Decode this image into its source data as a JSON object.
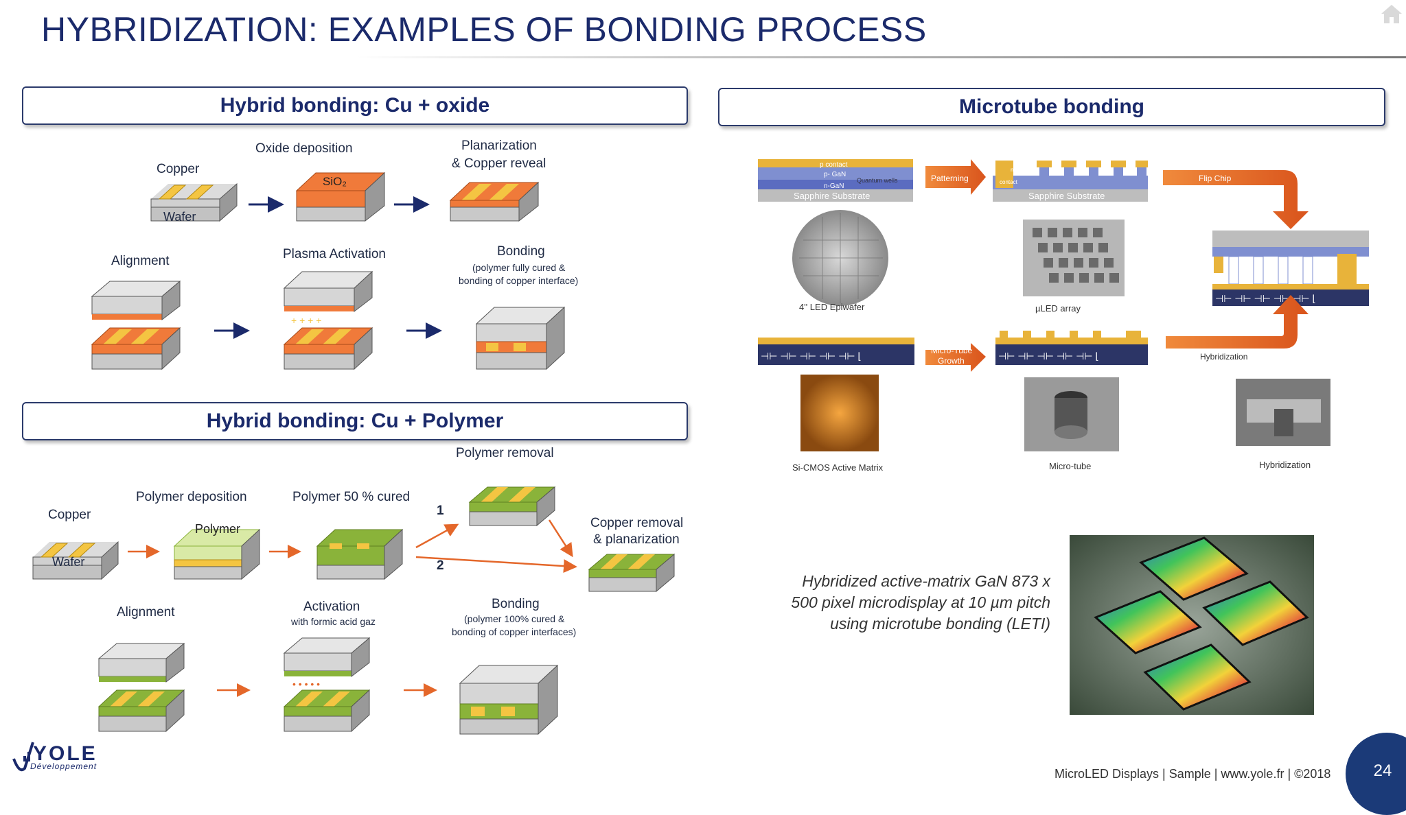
{
  "slide": {
    "title": "HYBRIDIZATION: EXAMPLES OF BONDING PROCESS",
    "footer": "MicroLED Displays | Sample | www.yole.fr | ©2018",
    "page_number": "24",
    "logo_text": "YOLE",
    "logo_sub": "Développement"
  },
  "panel_cu_oxide": {
    "heading": "Hybrid bonding: Cu + oxide",
    "labels": {
      "copper": "Copper",
      "wafer": "Wafer",
      "oxide_deposition": "Oxide deposition",
      "sio2": "SiO₂",
      "planarization": "Planarization",
      "copper_reveal": "& Copper reveal",
      "alignment": "Alignment",
      "plasma_activation": "Plasma Activation",
      "bonding": "Bonding",
      "bonding_note1": "(polymer fully cured &",
      "bonding_note2": "bonding of copper interface)"
    }
  },
  "panel_cu_polymer": {
    "heading": "Hybrid bonding: Cu + Polymer",
    "labels": {
      "polymer_removal": "Polymer removal",
      "copper": "Copper",
      "wafer": "Wafer",
      "polymer_deposition": "Polymer deposition",
      "polymer": "Polymer",
      "polymer_cured": "Polymer 50 % cured",
      "path1": "1",
      "path2": "2",
      "copper_removal": "Copper removal",
      "planarization": "& planarization",
      "alignment": "Alignment",
      "activation": "Activation",
      "activation_note": "with formic acid gaz",
      "bonding": "Bonding",
      "bonding_note1": "(polymer 100% cured &",
      "bonding_note2": "bonding of copper interfaces)"
    }
  },
  "panel_microtube": {
    "heading": "Microtube bonding",
    "labels": {
      "p_contact": "p contact",
      "p_gan": "p- GaN",
      "quantum_wells": "Quantum wells",
      "n_gan": "n-GaN",
      "sapphire1": "Sapphire Substrate",
      "patterning": "Patterning",
      "n_contact1": "n",
      "n_contact2": "contact",
      "sapphire2": "Sapphire Substrate",
      "flip_chip": "Flip Chip",
      "led_epiwafer": "4'' LED Epiwafer",
      "uled_array": "µLED array",
      "micro_tube_growth1": "Micro-Tube",
      "micro_tube_growth2": "Growth",
      "hybridization_arrow": "Hybridization",
      "si_cmos": "Si-CMOS Active Matrix",
      "micro_tube": "Micro-tube",
      "hybridization": "Hybridization"
    },
    "caption_lines": [
      "Hybridized active-matrix GaN 873 x",
      "500 pixel microdisplay at 10 µm pitch",
      "using  microtube bonding (LETI)"
    ]
  },
  "colors": {
    "navy": "#1b2a6b",
    "copper": "#f4c542",
    "oxide": "#f07a3a",
    "polymer": "#8ab33a",
    "wafer": "#c9c9c9",
    "arrow_orange": "#e4672a"
  }
}
